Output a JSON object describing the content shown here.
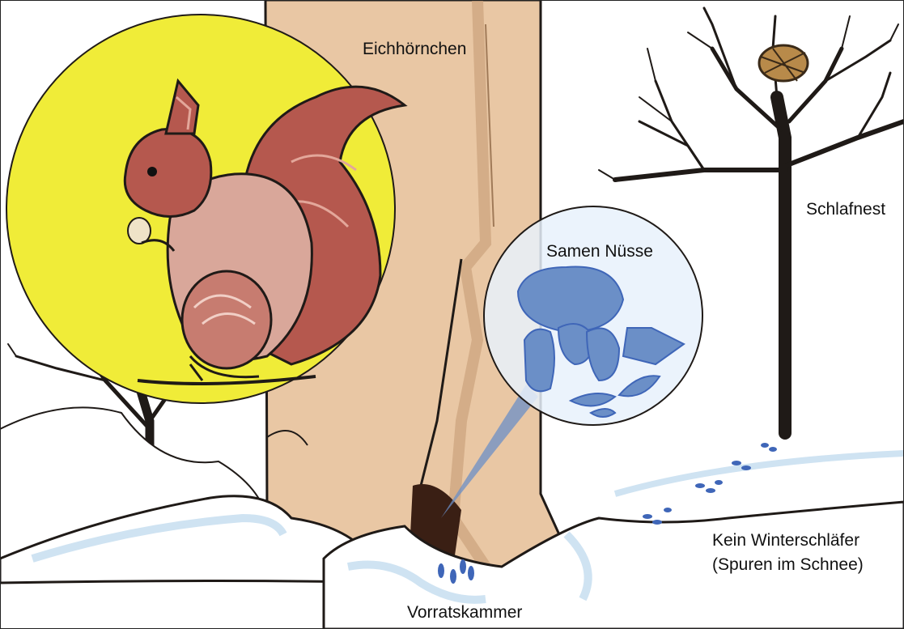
{
  "labels": {
    "squirrel": "Eichhörnchen",
    "sleeping_nest": "Schlafnest",
    "seeds_nuts": "Samen Nüsse",
    "no_hibernator_line1": "Kein Winterschläfer",
    "no_hibernator_line2": "(Spuren im Schnee)",
    "storage": "Vorratskammer"
  },
  "colors": {
    "background": "#ffffff",
    "moon": "#f0ec38",
    "squirrel_fur": "#b5584e",
    "squirrel_belly": "#d9a79a",
    "trunk": "#e9c7a4",
    "trunk_shadow": "#caa27c",
    "branch": "#1f1a17",
    "snow_shadow": "#cfe3f2",
    "magnifier_fill": "#e8f1fb",
    "nut": "#6b8fc7",
    "track": "#3f66b8"
  }
}
